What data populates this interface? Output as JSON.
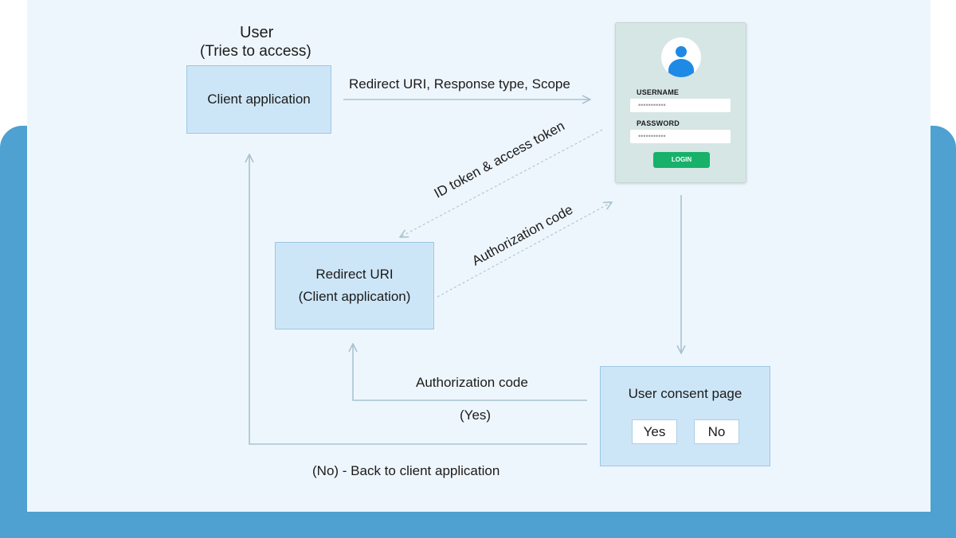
{
  "colors": {
    "outer_frame": "#4ea1d0",
    "panel": "#eef6fd",
    "box_fill": "#cde6f7",
    "box_border": "#9cc8e6",
    "arrow": "#a9c3cf",
    "login_button": "#17b16a",
    "avatar_icon": "#1f8ae5"
  },
  "user": {
    "title": "User",
    "subtitle": "(Tries to access)"
  },
  "client_box": {
    "label": "Client application"
  },
  "redirect_box": {
    "line1": "Redirect URI",
    "line2": "(Client application)"
  },
  "consent_box": {
    "title": "User consent page",
    "yes": "Yes",
    "no": "No"
  },
  "login_form": {
    "avatar_icon": "user-avatar-icon",
    "username_label": "USERNAME",
    "username_value": "•••••••••••",
    "password_label": "PASSWORD",
    "password_value": "•••••••••••",
    "login_button": "LOGIN"
  },
  "edges": {
    "redirect_params": "Redirect URI, Response type, Scope",
    "tokens": "ID token & access token",
    "auth_code_diag": "Authorization code",
    "auth_code_consent": "Authorization code",
    "yes_label": "(Yes)",
    "no_label": "(No) - Back to client application"
  }
}
